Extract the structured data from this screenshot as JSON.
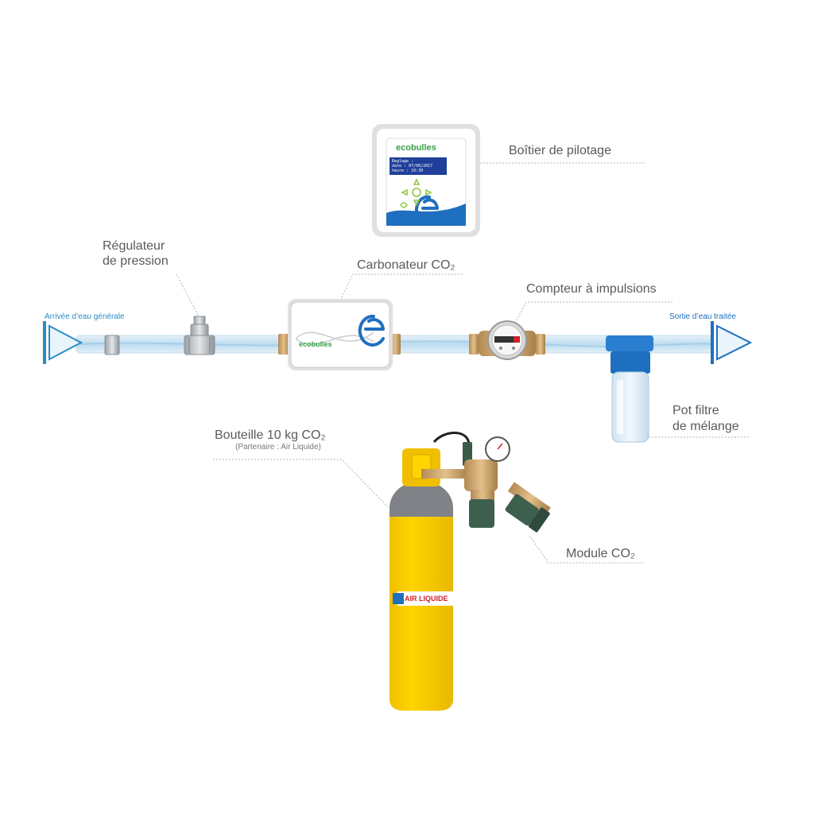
{
  "labels": {
    "control_box": "Boîtier de pilotage",
    "pressure_regulator_line1": "Régulateur",
    "pressure_regulator_line2": "de pression",
    "carbonator": "Carbonateur CO₂",
    "pulse_meter": "Compteur à impulsions",
    "water_inlet": "Arrivée d’eau générale",
    "water_outlet": "Sortie d’eau traitée",
    "filter_line1": "Pot filtre",
    "filter_line2": "de mélange",
    "bottle": "Bouteille 10 kg CO₂",
    "bottle_partner": "(Partenaire : Air Liquide)",
    "co2_module": "Module CO₂"
  },
  "control_box": {
    "brand": "ecobulles",
    "screen_line1": "Reglage :",
    "screen_line2": "date : 07/06/2017",
    "screen_line3": "heure : 10:30"
  },
  "carbonator_brand": "ecobulles",
  "bottle_brand": "AIR LIQUIDE",
  "colors": {
    "water": "#cfe6f4",
    "accent_blue": "#1f6fc0",
    "inlet_blue": "#2a8cc4",
    "eco_green": "#8cc63f",
    "bottle_yellow": "#ffd200",
    "brass": "#c9a26a",
    "filter_blue": "#1f6fc0"
  }
}
